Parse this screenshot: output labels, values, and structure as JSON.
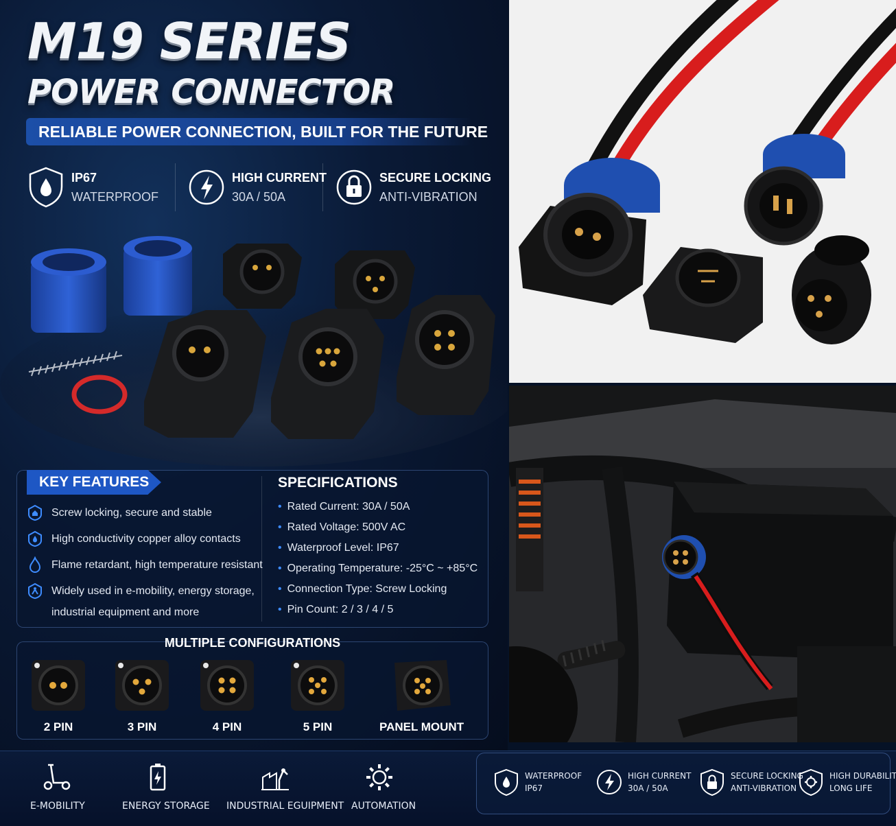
{
  "header": {
    "title_line1": "M19 SERIES",
    "title_line2": "POWER CONNECTOR",
    "tagline": "RELIABLE POWER CONNECTION, BUILT FOR THE FUTURE"
  },
  "badges": [
    {
      "icon": "water-drop-shield-icon",
      "title": "IP67",
      "subtitle": "WATERPROOF"
    },
    {
      "icon": "lightning-bolt-icon",
      "title": "HIGH CURRENT",
      "subtitle": "30A / 50A"
    },
    {
      "icon": "padlock-icon",
      "title": "SECURE LOCKING",
      "subtitle": "ANTI-VIBRATION"
    }
  ],
  "key_features": {
    "heading": "KEY FEATURES",
    "items": [
      {
        "icon": "house-shield-icon",
        "text": "Screw locking, secure and stable"
      },
      {
        "icon": "drop-icon",
        "text": "High conductivity copper alloy contacts"
      },
      {
        "icon": "flame-icon",
        "text": "Flame retardant, high temperature resistant"
      },
      {
        "icon": "usage-icon",
        "text": "Widely used in e-mobility, energy storage,",
        "text2": "industrial equipment and more"
      }
    ]
  },
  "specifications": {
    "heading": "SPECIFICATIONS",
    "items": [
      "Rated Current: 30A / 50A",
      "Rated Voltage: 500V AC",
      "Waterproof Level: IP67",
      "Operating Temperature: -25°C ~ +85°C",
      "Connection Type: Screw Locking",
      "Pin Count: 2 / 3 / 4 / 5"
    ]
  },
  "configurations": {
    "heading": "MULTIPLE CONFIGURATIONS",
    "items": [
      "2 PIN",
      "3 PIN",
      "4 PIN",
      "5 PIN",
      "PANEL MOUNT"
    ]
  },
  "applications": [
    {
      "icon": "scooter-icon",
      "label": "E-MOBILITY"
    },
    {
      "icon": "battery-icon",
      "label": "ENERGY STORAGE"
    },
    {
      "icon": "factory-robot-icon",
      "label": "INDUSTRIAL EGUIPMENT"
    },
    {
      "icon": "gear-icon",
      "label": "AUTOMATION"
    }
  ],
  "feature_strip": [
    {
      "icon": "water-drop-shield-icon",
      "line1": "WATERPROOF",
      "line2": "IP67"
    },
    {
      "icon": "lightning-bolt-icon",
      "line1": "HIGH CURRENT",
      "line2": "30A / 50A"
    },
    {
      "icon": "padlock-icon",
      "line1": "SECURE LOCKING",
      "line2": "ANTI-VIBRATION"
    },
    {
      "icon": "durability-shield-icon",
      "line1": "HIGH DURABILITY",
      "line2": "LONG LIFE"
    }
  ],
  "colors": {
    "accent_blue": "#1e57c4",
    "connector_blue": "#1f4fb0",
    "wire_red": "#d81d1d",
    "background": "#061226"
  }
}
